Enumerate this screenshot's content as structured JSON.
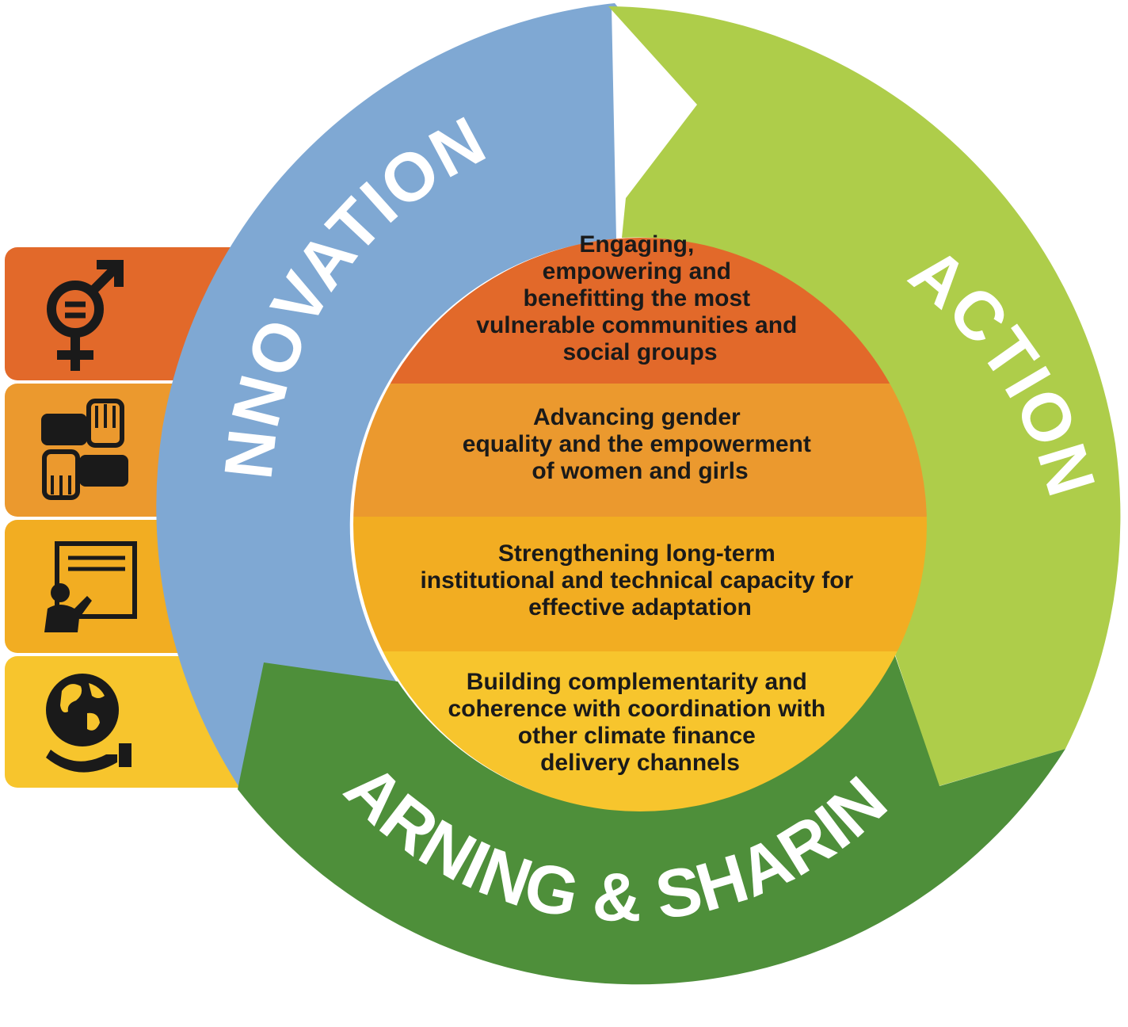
{
  "colors": {
    "innovation": "#7fa8d3",
    "action": "#aecd4a",
    "learning": "#4e8f3a",
    "tab_1": "#e2692a",
    "tab_2": "#eb992e",
    "tab_3": "#f2ad22",
    "tab_4": "#f7c52d",
    "band_1": "#e2692a",
    "band_2": "#eb992e",
    "band_3": "#f2ad22",
    "band_4": "#f7c52d"
  },
  "cycle": {
    "innovation": "INNOVATION",
    "action": "ACTION",
    "learning": "LEARNING & SHARING"
  },
  "icons": [
    "gender-equality-icon",
    "joined-hands-icon",
    "teaching-presentation-icon",
    "globe-in-hand-icon"
  ],
  "priorities": [
    {
      "lines": [
        "Engaging,",
        "empowering and",
        "benefitting the most",
        "vulnerable communities and",
        "social groups"
      ]
    },
    {
      "lines": [
        "Advancing gender",
        "equality and the empowerment",
        "of women and girls"
      ]
    },
    {
      "lines": [
        "Strengthening long-term",
        "institutional and technical capacity for",
        "effective adaptation"
      ]
    },
    {
      "lines": [
        "Building complementarity and",
        "coherence with coordination with",
        "other climate finance",
        "delivery channels"
      ]
    }
  ]
}
